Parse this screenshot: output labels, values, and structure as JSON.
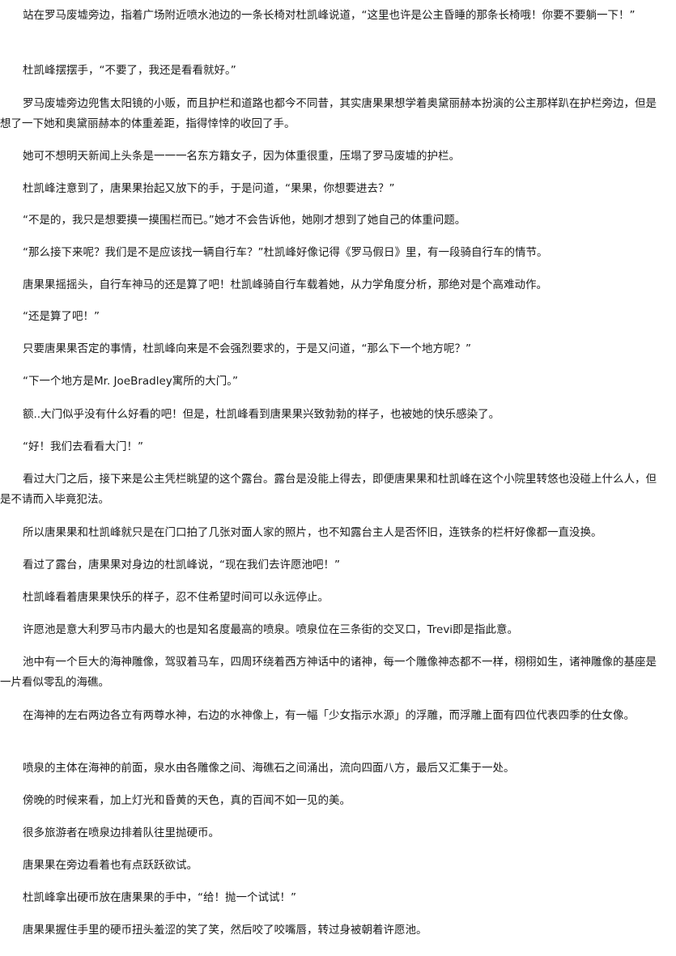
{
  "document": {
    "paragraphs": [
      "站在罗马废墟旁边，指着广场附近喷水池边的一条长椅对杜凯峰说道，“这里也许是公主昏睡的那条长椅哦！你要不要躺一下！”",
      "杜凯峰摆摆手，“不要了，我还是看看就好。”",
      "罗马废墟旁边兜售太阳镜的小贩，而且护栏和道路也都今不同昔，其实唐果果想学着奥黛丽赫本扮演的公主那样趴在护栏旁边，但是想了一下她和奥黛丽赫本的体重差距，指得悻悻的收回了手。",
      "她可不想明天新闻上头条是一一一名东方籍女子，因为体重很重，压塌了罗马废墟的护栏。",
      "杜凯峰注意到了，唐果果抬起又放下的手，于是问道，“果果，你想要进去？”",
      "“不是的，我只是想要摸一摸围栏而已。”她才不会告诉他，她刚才想到了她自己的体重问题。",
      "“那么接下来呢？我们是不是应该找一辆自行车？”杜凯峰好像记得《罗马假日》里，有一段骑自行车的情节。",
      "唐果果摇摇头，自行车神马的还是算了吧！杜凯峰骑自行车载着她，从力学角度分析，那绝对是个高难动作。",
      "“还是算了吧！”",
      "只要唐果果否定的事情，杜凯峰向来是不会强烈要求的，于是又问道，“那么下一个地方呢？”",
      "“下一个地方是Mr. JoeBradley寓所的大门。”",
      "额..大门似乎没有什么好看的吧！但是，杜凯峰看到唐果果兴致勃勃的样子，也被她的快乐感染了。",
      "“好！我们去看看大门！”",
      "看过大门之后，接下来是公主凭栏眺望的这个露台。露台是没能上得去，即便唐果果和杜凯峰在这个小院里转悠也没碰上什么人，但是不请而入毕竟犯法。",
      "所以唐果果和杜凯峰就只是在门口拍了几张对面人家的照片，也不知露台主人是否怀旧，连铁条的栏杆好像都一直没换。",
      "看过了露台，唐果果对身边的杜凯峰说，“现在我们去许愿池吧！”",
      "杜凯峰看着唐果果快乐的样子，忍不住希望时间可以永远停止。",
      "许愿池是意大利罗马市内最大的也是知名度最高的喷泉。喷泉位在三条街的交叉口，Trevi即是指此意。",
      "池中有一个巨大的海神雕像，驾驭着马车，四周环绕着西方神话中的诸神，每一个雕像神态都不一样，栩栩如生，诸神雕像的基座是一片看似零乱的海礁。",
      "在海神的左右两边各立有两尊水神，右边的水神像上，有一幅「少女指示水源」的浮雕，而浮雕上面有四位代表四季的仕女像。",
      "喷泉的主体在海神的前面，泉水由各雕像之间、海礁石之间涌出，流向四面八方，最后又汇集于一处。",
      "傍晚的时候来看，加上灯光和昏黄的天色，真的百闻不如一见的美。",
      "很多旅游者在喷泉边排着队往里抛硬币。",
      "唐果果在旁边看着也有点跃跃欲试。",
      "杜凯峰拿出硬币放在唐果果的手中，“给！抛一个试试！”",
      "唐果果握住手里的硬币扭头羞涩的笑了笑，然后咬了咬嘴唇，转过身被朝着许愿池。"
    ]
  }
}
